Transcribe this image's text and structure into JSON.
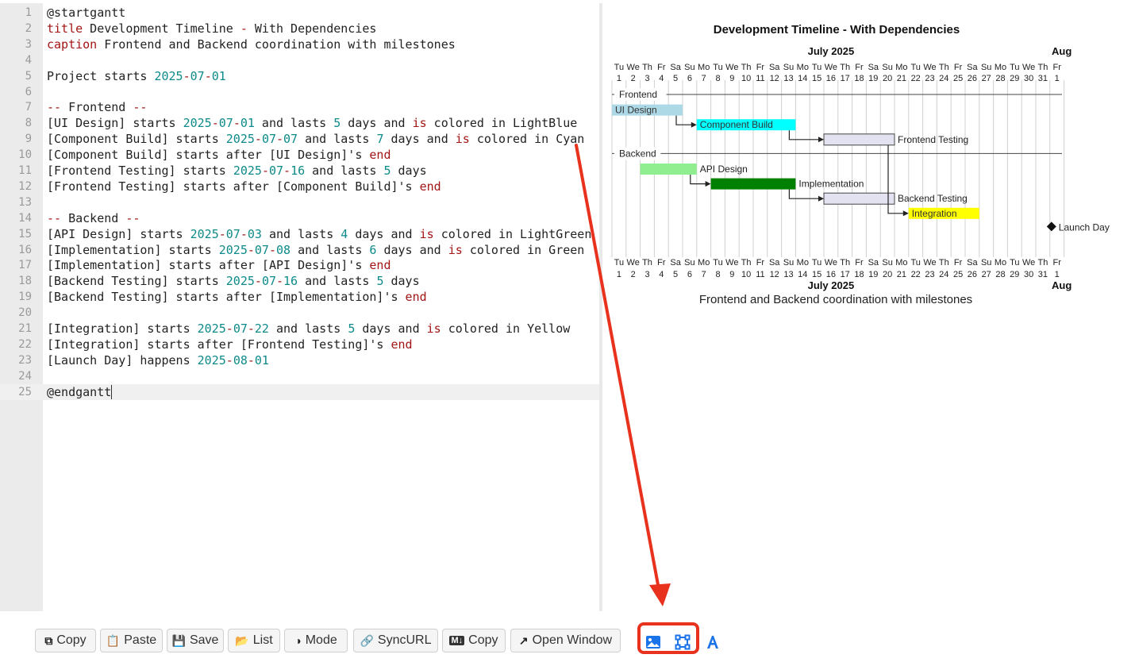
{
  "editor": {
    "lines": [
      [
        [
          "t",
          "@startgantt"
        ]
      ],
      [
        [
          "k",
          "title"
        ],
        [
          "t",
          " Development Timeline "
        ],
        [
          "k",
          "-"
        ],
        [
          "t",
          " With Dependencies"
        ]
      ],
      [
        [
          "k",
          "caption"
        ],
        [
          "t",
          " Frontend and Backend coordination with milestones"
        ]
      ],
      [],
      [
        [
          "t",
          "Project starts "
        ],
        [
          "n",
          "2025"
        ],
        [
          "k",
          "-"
        ],
        [
          "n",
          "07"
        ],
        [
          "k",
          "-"
        ],
        [
          "n",
          "01"
        ]
      ],
      [],
      [
        [
          "k",
          "--"
        ],
        [
          "t",
          " Frontend "
        ],
        [
          "k",
          "--"
        ]
      ],
      [
        [
          "t",
          "[UI Design] starts "
        ],
        [
          "n",
          "2025"
        ],
        [
          "k",
          "-"
        ],
        [
          "n",
          "07"
        ],
        [
          "k",
          "-"
        ],
        [
          "n",
          "01"
        ],
        [
          "t",
          " and lasts "
        ],
        [
          "n",
          "5"
        ],
        [
          "t",
          " days and "
        ],
        [
          "k",
          "is"
        ],
        [
          "t",
          " colored in LightBlue"
        ]
      ],
      [
        [
          "t",
          "[Component Build] starts "
        ],
        [
          "n",
          "2025"
        ],
        [
          "k",
          "-"
        ],
        [
          "n",
          "07"
        ],
        [
          "k",
          "-"
        ],
        [
          "n",
          "07"
        ],
        [
          "t",
          " and lasts "
        ],
        [
          "n",
          "7"
        ],
        [
          "t",
          " days and "
        ],
        [
          "k",
          "is"
        ],
        [
          "t",
          " colored in Cyan"
        ]
      ],
      [
        [
          "t",
          "[Component Build] starts after [UI Design]'s "
        ],
        [
          "k",
          "end"
        ]
      ],
      [
        [
          "t",
          "[Frontend Testing] starts "
        ],
        [
          "n",
          "2025"
        ],
        [
          "k",
          "-"
        ],
        [
          "n",
          "07"
        ],
        [
          "k",
          "-"
        ],
        [
          "n",
          "16"
        ],
        [
          "t",
          " and lasts "
        ],
        [
          "n",
          "5"
        ],
        [
          "t",
          " days"
        ]
      ],
      [
        [
          "t",
          "[Frontend Testing] starts after [Component Build]'s "
        ],
        [
          "k",
          "end"
        ]
      ],
      [],
      [
        [
          "k",
          "--"
        ],
        [
          "t",
          " Backend "
        ],
        [
          "k",
          "--"
        ]
      ],
      [
        [
          "t",
          "[API Design] starts "
        ],
        [
          "n",
          "2025"
        ],
        [
          "k",
          "-"
        ],
        [
          "n",
          "07"
        ],
        [
          "k",
          "-"
        ],
        [
          "n",
          "03"
        ],
        [
          "t",
          " and lasts "
        ],
        [
          "n",
          "4"
        ],
        [
          "t",
          " days and "
        ],
        [
          "k",
          "is"
        ],
        [
          "t",
          " colored in LightGreen"
        ]
      ],
      [
        [
          "t",
          "[Implementation] starts "
        ],
        [
          "n",
          "2025"
        ],
        [
          "k",
          "-"
        ],
        [
          "n",
          "07"
        ],
        [
          "k",
          "-"
        ],
        [
          "n",
          "08"
        ],
        [
          "t",
          " and lasts "
        ],
        [
          "n",
          "6"
        ],
        [
          "t",
          " days and "
        ],
        [
          "k",
          "is"
        ],
        [
          "t",
          " colored in Green"
        ]
      ],
      [
        [
          "t",
          "[Implementation] starts after [API Design]'s "
        ],
        [
          "k",
          "end"
        ]
      ],
      [
        [
          "t",
          "[Backend Testing] starts "
        ],
        [
          "n",
          "2025"
        ],
        [
          "k",
          "-"
        ],
        [
          "n",
          "07"
        ],
        [
          "k",
          "-"
        ],
        [
          "n",
          "16"
        ],
        [
          "t",
          " and lasts "
        ],
        [
          "n",
          "5"
        ],
        [
          "t",
          " days"
        ]
      ],
      [
        [
          "t",
          "[Backend Testing] starts after [Implementation]'s "
        ],
        [
          "k",
          "end"
        ]
      ],
      [],
      [
        [
          "t",
          "[Integration] starts "
        ],
        [
          "n",
          "2025"
        ],
        [
          "k",
          "-"
        ],
        [
          "n",
          "07"
        ],
        [
          "k",
          "-"
        ],
        [
          "n",
          "22"
        ],
        [
          "t",
          " and lasts "
        ],
        [
          "n",
          "5"
        ],
        [
          "t",
          " days and "
        ],
        [
          "k",
          "is"
        ],
        [
          "t",
          " colored in Yellow"
        ]
      ],
      [
        [
          "t",
          "[Integration] starts after [Frontend Testing]'s "
        ],
        [
          "k",
          "end"
        ]
      ],
      [
        [
          "t",
          "[Launch Day] happens "
        ],
        [
          "n",
          "2025"
        ],
        [
          "k",
          "-"
        ],
        [
          "n",
          "08"
        ],
        [
          "k",
          "-"
        ],
        [
          "n",
          "01"
        ]
      ],
      [],
      [
        [
          "t",
          "@endgantt"
        ]
      ]
    ],
    "active_line": 25
  },
  "gantt": {
    "title": "Development Timeline - With Dependencies",
    "caption": "Frontend and Backend coordination with milestones",
    "month_july": "July 2025",
    "month_aug": "Aug",
    "weekdays": [
      "Tu",
      "We",
      "Th",
      "Fr",
      "Sa",
      "Su",
      "Mo",
      "Tu",
      "We",
      "Th",
      "Fr",
      "Sa",
      "Su",
      "Mo",
      "Tu",
      "We",
      "Th",
      "Fr",
      "Sa",
      "Su",
      "Mo",
      "Tu",
      "We",
      "Th",
      "Fr",
      "Sa",
      "Su",
      "Mo",
      "Tu",
      "We",
      "Th",
      "Fr"
    ],
    "days": [
      "1",
      "2",
      "3",
      "4",
      "5",
      "6",
      "7",
      "8",
      "9",
      "10",
      "11",
      "12",
      "13",
      "14",
      "15",
      "16",
      "17",
      "18",
      "19",
      "20",
      "21",
      "22",
      "23",
      "24",
      "25",
      "26",
      "27",
      "28",
      "29",
      "30",
      "31",
      "1"
    ],
    "sections": [
      {
        "label": "Frontend",
        "row": 0
      },
      {
        "label": "Backend",
        "row": 4
      }
    ],
    "tasks": [
      {
        "name": "UI Design",
        "start": 1,
        "duration": 5,
        "color": "#ADD8E6",
        "row": 1,
        "label_inside": true,
        "label_color": "#333333"
      },
      {
        "name": "Component Build",
        "start": 7,
        "duration": 7,
        "color": "#00FFFF",
        "row": 2,
        "label_inside": true,
        "label_color": "#333333"
      },
      {
        "name": "Frontend Testing",
        "start": 16,
        "duration": 5,
        "color": "#E2E2F0",
        "row": 3,
        "label_inside": false
      },
      {
        "name": "API Design",
        "start": 3,
        "duration": 4,
        "color": "#90EE90",
        "row": 5,
        "label_inside": false
      },
      {
        "name": "Implementation",
        "start": 8,
        "duration": 6,
        "color": "#008000",
        "row": 6,
        "label_inside": false
      },
      {
        "name": "Backend Testing",
        "start": 16,
        "duration": 5,
        "color": "#E2E2F0",
        "row": 7,
        "label_inside": false
      },
      {
        "name": "Integration",
        "start": 22,
        "duration": 5,
        "color": "#FFFF00",
        "row": 8,
        "label_inside": true,
        "label_color": "#333333"
      }
    ],
    "milestone": {
      "name": "Launch Day",
      "day": 32,
      "row": 9
    },
    "dependencies": [
      [
        "UI Design",
        "Component Build"
      ],
      [
        "Component Build",
        "Frontend Testing"
      ],
      [
        "API Design",
        "Implementation"
      ],
      [
        "Implementation",
        "Backend Testing"
      ],
      [
        "Frontend Testing",
        "Integration"
      ]
    ]
  },
  "toolbar": {
    "copy_label": "Copy",
    "paste_label": "Paste",
    "save_label": "Save",
    "list_label": "List",
    "mode_label": "Mode",
    "syncurl_label": "SyncURL",
    "md_copy_label": "Copy",
    "open_window_label": "Open Window"
  },
  "colors": {
    "keyword": "#a31515",
    "number": "#0e8a8a",
    "highlight": "#e8321e",
    "icon_blue": "#1a73e8"
  }
}
